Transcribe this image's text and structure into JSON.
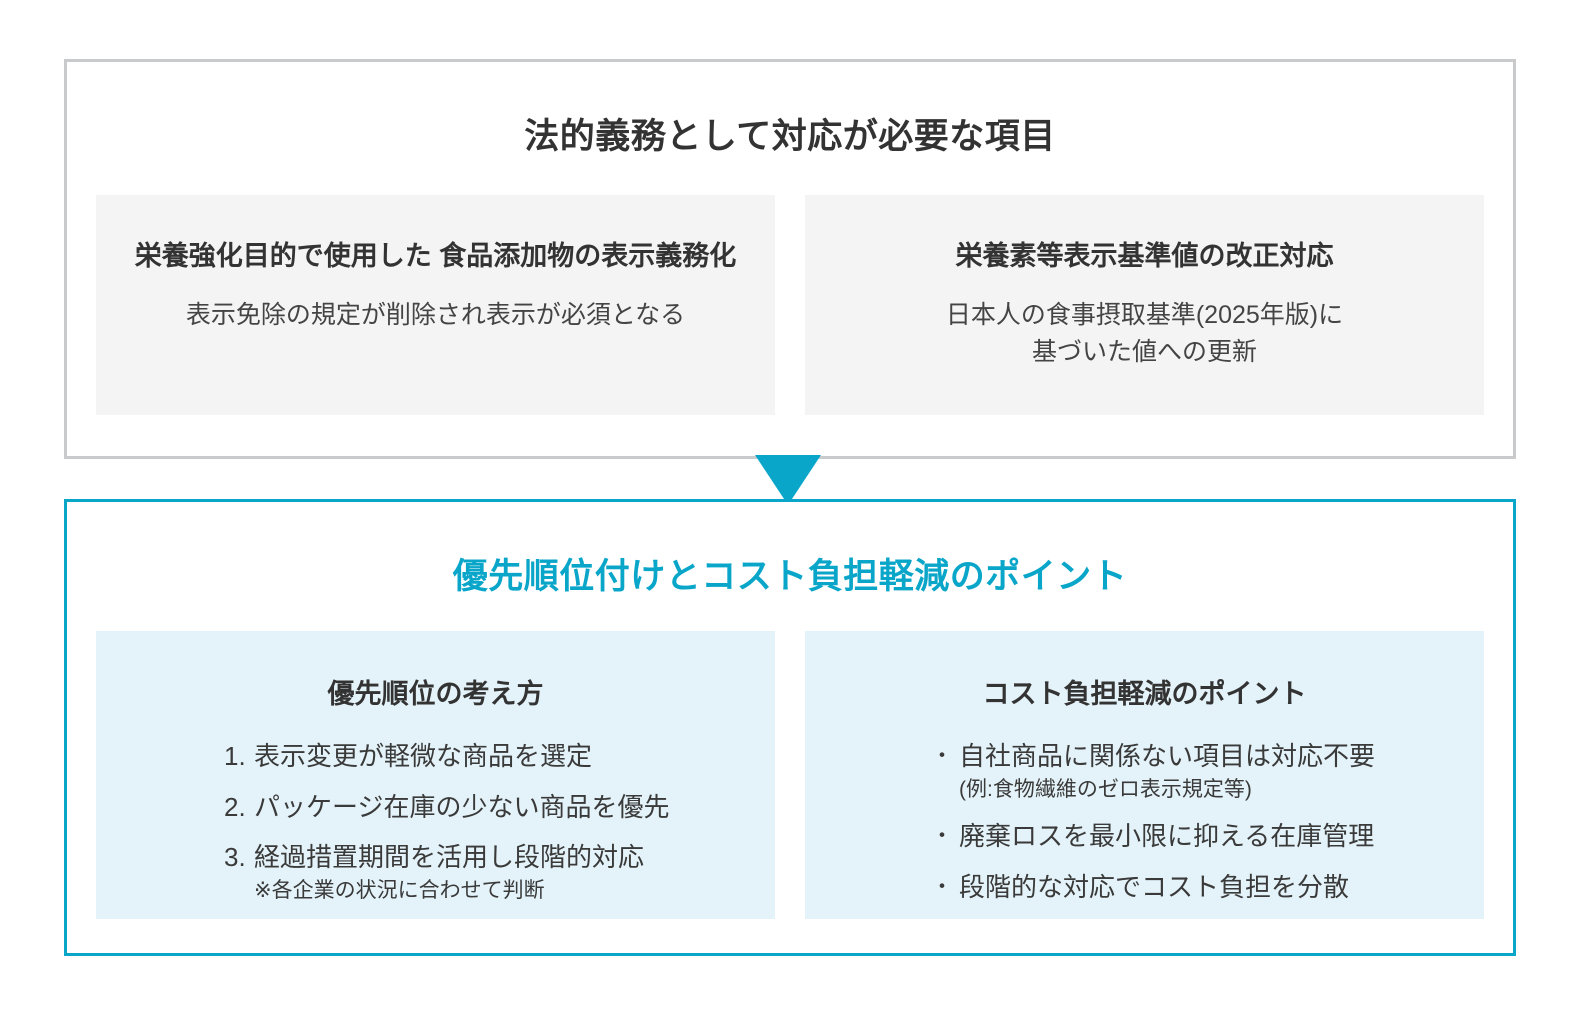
{
  "colors": {
    "accent": "#0aa6c9",
    "legal_border": "#c9cacb",
    "card_gray_bg": "#f4f4f4",
    "card_blue_bg": "#e4f3f9",
    "text_dark": "#333333"
  },
  "legal_panel": {
    "title": "法的義務として対応が必要な項目",
    "cards": [
      {
        "heading": "栄養強化目的で使用した\n食品添加物の表示義務化",
        "description": "表示免除の規定が削除され表示が必須となる"
      },
      {
        "heading": "栄養素等表示基準値の改正対応",
        "description": "日本人の食事摂取基準(2025年版)に\n基づいた値への更新"
      }
    ]
  },
  "connector": {
    "icon": "triangle-down-icon"
  },
  "priority_panel": {
    "title": "優先順位付けとコスト負担軽減のポイント",
    "cards": [
      {
        "heading": "優先順位の考え方",
        "list_type": "ordered",
        "items": [
          {
            "marker": "1.",
            "text": "表示変更が軽微な商品を選定",
            "note": ""
          },
          {
            "marker": "2.",
            "text": "パッケージ在庫の少ない商品を優先",
            "note": ""
          },
          {
            "marker": "3.",
            "text": "経過措置期間を活用し段階的対応",
            "note": "※各企業の状況に合わせて判断"
          }
        ]
      },
      {
        "heading": "コスト負担軽減のポイント",
        "list_type": "bullet",
        "items": [
          {
            "marker": "・",
            "text": "自社商品に関係ない項目は対応不要",
            "note": "(例:食物繊維のゼロ表示規定等)"
          },
          {
            "marker": "・",
            "text": "廃棄ロスを最小限に抑える在庫管理",
            "note": ""
          },
          {
            "marker": "・",
            "text": "段階的な対応でコスト負担を分散",
            "note": ""
          }
        ]
      }
    ]
  }
}
